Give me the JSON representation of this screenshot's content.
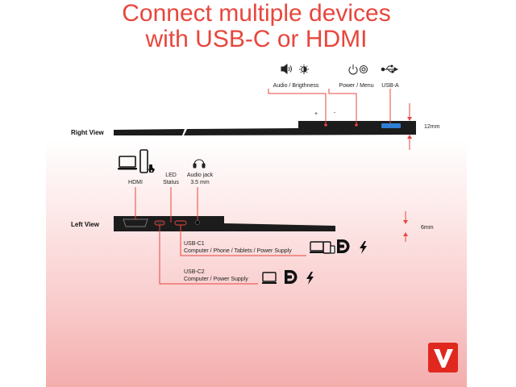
{
  "headline": {
    "line1": "Connect multiple devices",
    "line2": "with USB-C or HDMI"
  },
  "right_view": {
    "title": "Right View",
    "labels": {
      "audio_brightness": "Audio / Brigthness",
      "power_menu": "Power / Menu",
      "usb_a": "USB-A",
      "plus": "+",
      "minus": "-"
    },
    "thickness": "12mm"
  },
  "left_view": {
    "title": "Left View",
    "labels": {
      "hdmi": "HDMI",
      "led_line1": "LED",
      "led_line2": "Status",
      "audio_line1": "Audio jack",
      "audio_line2": "3.5 mm"
    },
    "thickness": "6mm",
    "usb_c1": {
      "title": "USB-C1",
      "devices": "Computer / Phone / Tablets / Power Supply"
    },
    "usb_c2": {
      "title": "USB-C2",
      "devices": "Computer / Power Supply"
    }
  },
  "colors": {
    "accent": "#e8463d",
    "logo_red": "#e0281e",
    "device": "#1c1c1c",
    "usb_blue": "#2f7fd6"
  },
  "icons": [
    "speaker-icon",
    "brightness-icon",
    "power-icon",
    "settings-icon",
    "usb-icon",
    "laptop-icon",
    "phone-tablet-icon",
    "displayport-icon",
    "lightning-icon",
    "headphones-icon",
    "brand-logo"
  ]
}
